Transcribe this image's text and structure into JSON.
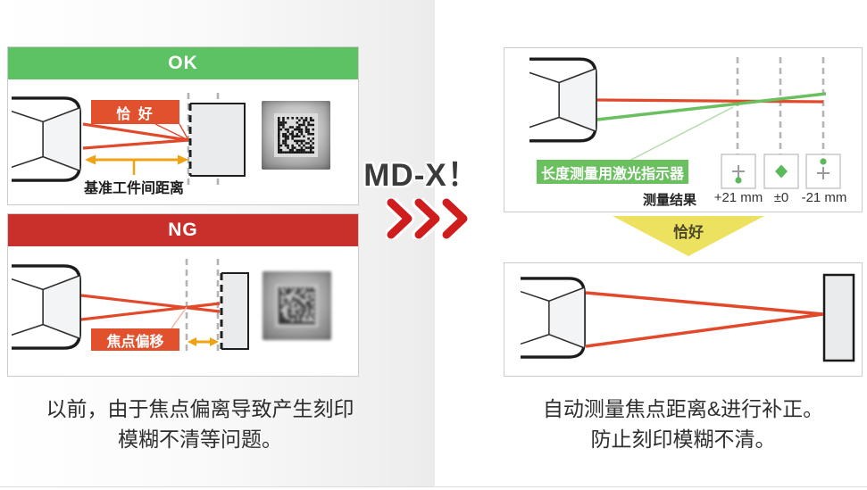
{
  "left": {
    "ok_panel": {
      "header": "OK",
      "focus_label": "恰 好",
      "distance_label": "基准工件间距离"
    },
    "ng_panel": {
      "header": "NG",
      "focus_label": "焦点偏移"
    },
    "caption_line1": "以前，由于焦点偏离导致产生刻印",
    "caption_line2": "模糊不清等问题。"
  },
  "center": {
    "product_label": "MD-X！"
  },
  "right": {
    "measure_panel": {
      "laser_label": "长度测量用激光指示器",
      "result_caption": "测量结果",
      "results": [
        "+21 mm",
        "±0",
        "-21 mm"
      ]
    },
    "arrow_label": "恰好",
    "caption_line1": "自动测量焦点距离&进行补正。",
    "caption_line2": "防止刻印模糊不清。"
  },
  "colors": {
    "ok_green": "#5cc263",
    "ng_red": "#c9302c",
    "laser_red": "#e2492b",
    "highlight_orange": "#e2512d",
    "measure_arrow_yellow": "#f0a213",
    "laser_green": "#6abf5f",
    "big_arrow_yellow": "#ece25f"
  }
}
